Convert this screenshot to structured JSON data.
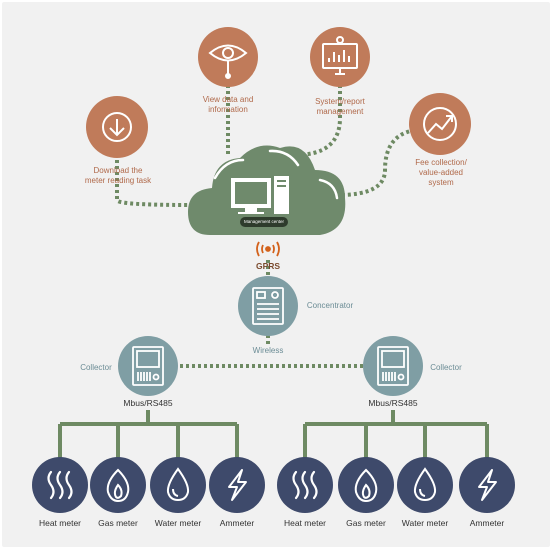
{
  "top_nodes": {
    "view_data": "View data and\ninformation",
    "system_report": "System/report\nmanagement",
    "download": "Download the\nmeter reading task",
    "fee": "Fee collection/\nvalue-added\nsystem"
  },
  "cloud": {
    "badge": "Management center"
  },
  "gprs_label": "GPRS",
  "concentrator_label": "Concentrator",
  "wireless_label": "Wireless",
  "collectors": [
    {
      "label": "Collector",
      "bus": "Mbus/RS485"
    },
    {
      "label": "Collector",
      "bus": "Mbus/RS485"
    }
  ],
  "meters": [
    {
      "label": "Heat meter",
      "icon": "heat-icon"
    },
    {
      "label": "Gas meter",
      "icon": "flame-icon"
    },
    {
      "label": "Water meter",
      "icon": "water-drop-icon"
    },
    {
      "label": "Ammeter",
      "icon": "lightning-icon"
    },
    {
      "label": "Heat meter",
      "icon": "heat-icon"
    },
    {
      "label": "Gas meter",
      "icon": "flame-icon"
    },
    {
      "label": "Water meter",
      "icon": "water-drop-icon"
    },
    {
      "label": "Ammeter",
      "icon": "lightning-icon"
    }
  ],
  "colors": {
    "orange": "#c07b5a",
    "green": "#6f8a6c",
    "teal": "#7f9ea4",
    "navy": "#3e4a6b",
    "line": "#6e8a63"
  }
}
